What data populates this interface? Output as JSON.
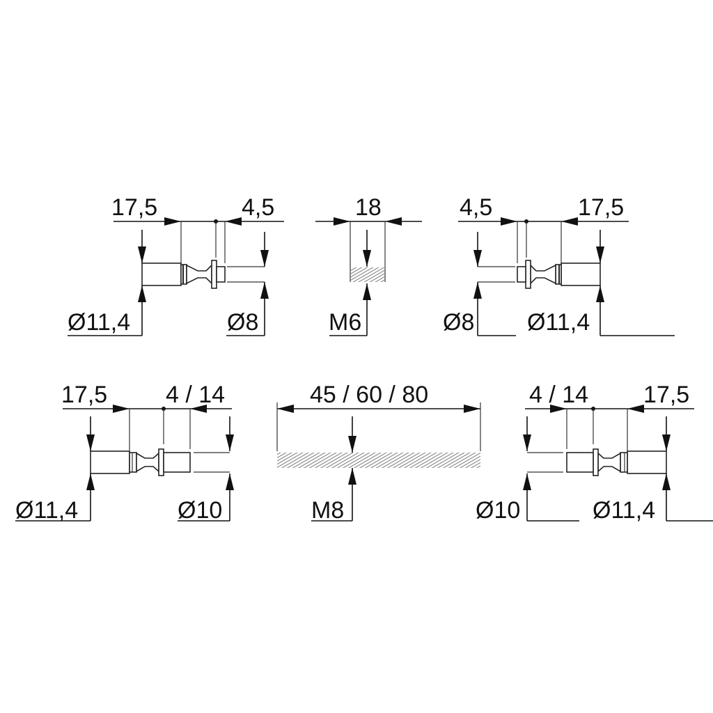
{
  "drawing": {
    "top_left": {
      "length": "17,5",
      "offset": "4,5",
      "dia_left": "Ø11,4",
      "dia_right": "Ø8"
    },
    "top_middle": {
      "length": "18",
      "thread": "M6"
    },
    "top_right": {
      "offset": "4,5",
      "length": "17,5",
      "dia_left": "Ø8",
      "dia_right": "Ø11,4"
    },
    "bottom_left": {
      "length": "17,5",
      "offset": "4 / 14",
      "dia_left": "Ø11,4",
      "dia_right": "Ø10"
    },
    "bottom_middle": {
      "length": "45 / 60 / 80",
      "thread": "M8"
    },
    "bottom_right": {
      "offset": "4 / 14",
      "length": "17,5",
      "dia_left": "Ø10",
      "dia_right": "Ø11,4"
    }
  },
  "colors": {
    "line": "#111111",
    "background": "#ffffff"
  }
}
